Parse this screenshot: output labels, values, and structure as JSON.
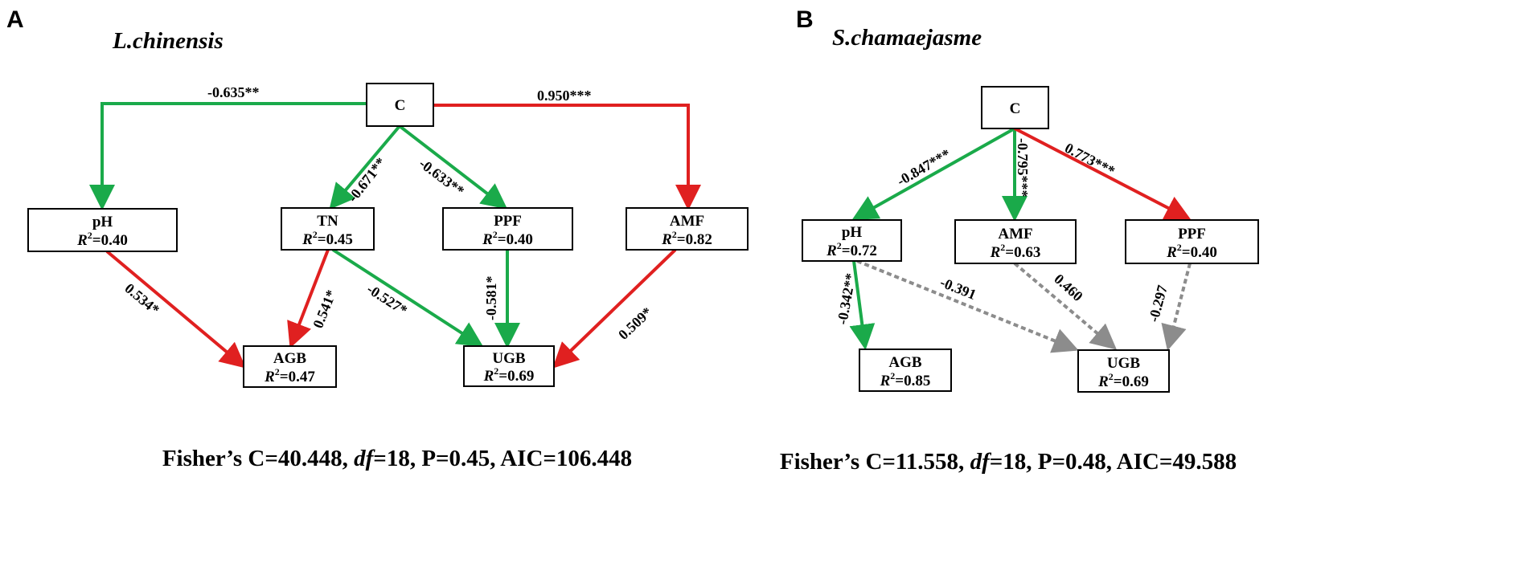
{
  "colors": {
    "positive": "#e02020",
    "negative": "#1aaa4a",
    "nonsig": "#8c8c8c",
    "box": "#000000"
  },
  "panels": [
    {
      "letter": "A",
      "title": "L.chinensis",
      "stats": {
        "prefix": "Fisher’s C=40.448, ",
        "df": "df",
        "suffix": "=18, P=0.45, AIC=106.448"
      },
      "nodes": {
        "C": {
          "name": "C",
          "r2": ""
        },
        "pH": {
          "name": "pH",
          "r2": "=0.40"
        },
        "TN": {
          "name": "TN",
          "r2": "=0.45"
        },
        "PPF": {
          "name": "PPF",
          "r2": "=0.40"
        },
        "AMF": {
          "name": "AMF",
          "r2": "=0.82"
        },
        "AGB": {
          "name": "AGB",
          "r2": "=0.47"
        },
        "UGB": {
          "name": "UGB",
          "r2": "=0.69"
        }
      },
      "edges": [
        {
          "from": "C",
          "to": "pH",
          "label": "-0.635**",
          "sign": "negative"
        },
        {
          "from": "C",
          "to": "AMF",
          "label": "0.950***",
          "sign": "positive"
        },
        {
          "from": "C",
          "to": "TN",
          "label": "-0.671**",
          "sign": "negative"
        },
        {
          "from": "C",
          "to": "PPF",
          "label": "-0.633**",
          "sign": "negative"
        },
        {
          "from": "pH",
          "to": "AGB",
          "label": "0.534*",
          "sign": "positive"
        },
        {
          "from": "TN",
          "to": "AGB",
          "label": "0.541*",
          "sign": "positive"
        },
        {
          "from": "TN",
          "to": "UGB",
          "label": "-0.527*",
          "sign": "negative"
        },
        {
          "from": "PPF",
          "to": "UGB",
          "label": "-0.581*",
          "sign": "negative"
        },
        {
          "from": "AMF",
          "to": "UGB",
          "label": "0.509*",
          "sign": "positive"
        }
      ]
    },
    {
      "letter": "B",
      "title": "S.chamaejasme",
      "stats": {
        "prefix": "Fisher’s C=11.558, ",
        "df": "df",
        "suffix": "=18, P=0.48, AIC=49.588"
      },
      "nodes": {
        "C": {
          "name": "C",
          "r2": ""
        },
        "pH": {
          "name": "pH",
          "r2": "=0.72"
        },
        "AMF": {
          "name": "AMF",
          "r2": "=0.63"
        },
        "PPF": {
          "name": "PPF",
          "r2": "=0.40"
        },
        "AGB": {
          "name": "AGB",
          "r2": "=0.85"
        },
        "UGB": {
          "name": "UGB",
          "r2": "=0.69"
        }
      },
      "edges": [
        {
          "from": "C",
          "to": "pH",
          "label": "-0.847***",
          "sign": "negative"
        },
        {
          "from": "C",
          "to": "AMF",
          "label": "-0.795***",
          "sign": "negative"
        },
        {
          "from": "C",
          "to": "PPF",
          "label": "0.773***",
          "sign": "positive"
        },
        {
          "from": "pH",
          "to": "AGB",
          "label": "-0.342**",
          "sign": "negative"
        },
        {
          "from": "pH",
          "to": "UGB",
          "label": "-0.391",
          "sign": "nonsig"
        },
        {
          "from": "AMF",
          "to": "UGB",
          "label": "0.460",
          "sign": "nonsig"
        },
        {
          "from": "PPF",
          "to": "UGB",
          "label": "-0.297",
          "sign": "nonsig"
        }
      ]
    }
  ]
}
